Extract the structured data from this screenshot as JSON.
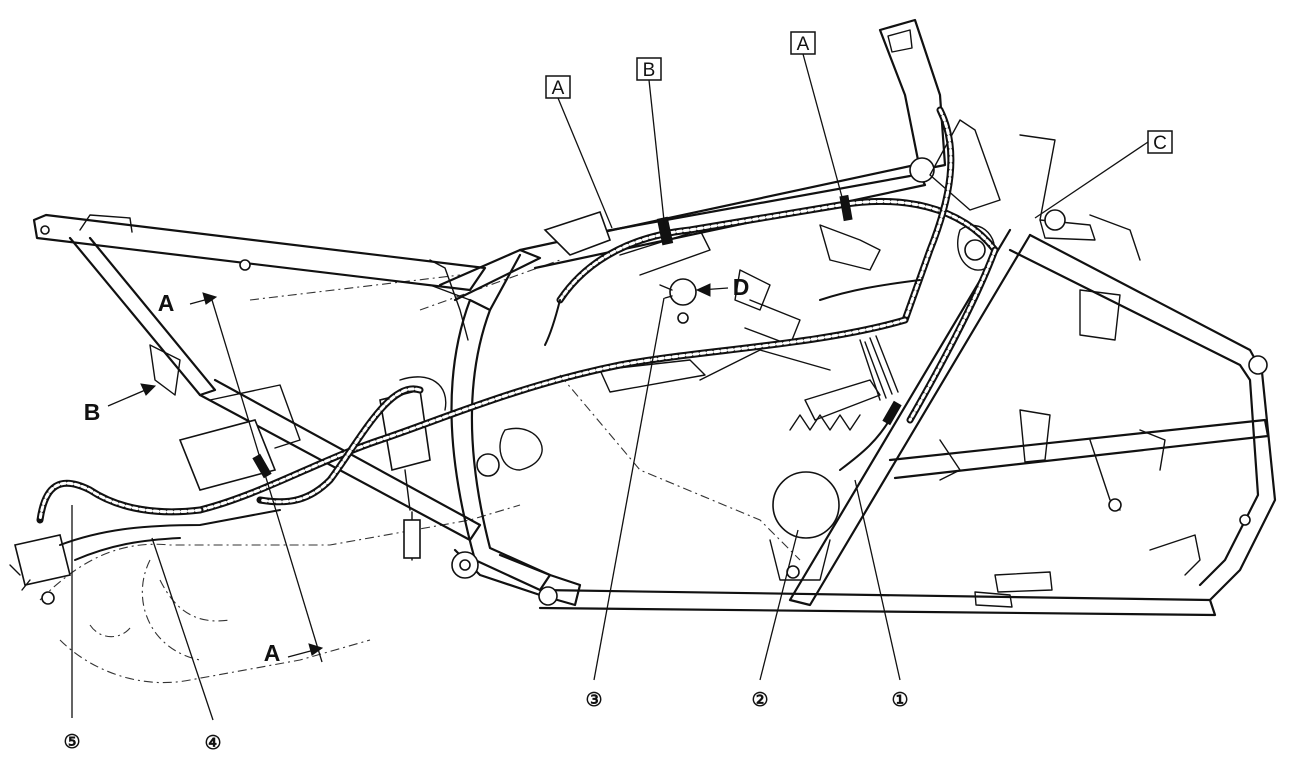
{
  "diagram": {
    "box_labels": [
      {
        "id": "box-a-left",
        "text": "A"
      },
      {
        "id": "box-b",
        "text": "B"
      },
      {
        "id": "box-a-right",
        "text": "A"
      },
      {
        "id": "box-c",
        "text": "C"
      }
    ],
    "view_arrows": [
      {
        "id": "arrow-a-top",
        "text": "A"
      },
      {
        "id": "arrow-b",
        "text": "B"
      },
      {
        "id": "arrow-a-bottom",
        "text": "A"
      },
      {
        "id": "arrow-d",
        "text": "D"
      }
    ],
    "callouts": [
      {
        "id": "callout-5",
        "text": "⑤"
      },
      {
        "id": "callout-4",
        "text": "④"
      },
      {
        "id": "callout-3",
        "text": "③"
      },
      {
        "id": "callout-2",
        "text": "②"
      },
      {
        "id": "callout-1",
        "text": "①"
      }
    ]
  }
}
